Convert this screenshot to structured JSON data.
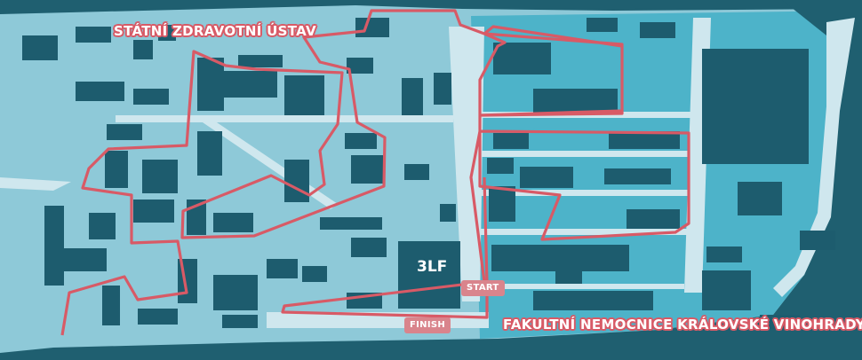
{
  "map": {
    "labels": {
      "north_area": "STÁTNÍ ZDRAVOTNÍ ÚSTAV",
      "south_area": "FAKULTNÍ NEMOCNICE KRÁLOVSKÉ VINOHRADY",
      "faculty_building": "3LF"
    },
    "markers": {
      "start": "START",
      "finish": "FINISH"
    },
    "colors": {
      "background": "#1f5f70",
      "campus_ground": "#8ec9d8",
      "hospital_ground": "#4db3c9",
      "paths": "#cfe7ee",
      "buildings": "#1d5c6e",
      "route": "#d85a66",
      "marker": "#d9848c"
    }
  }
}
